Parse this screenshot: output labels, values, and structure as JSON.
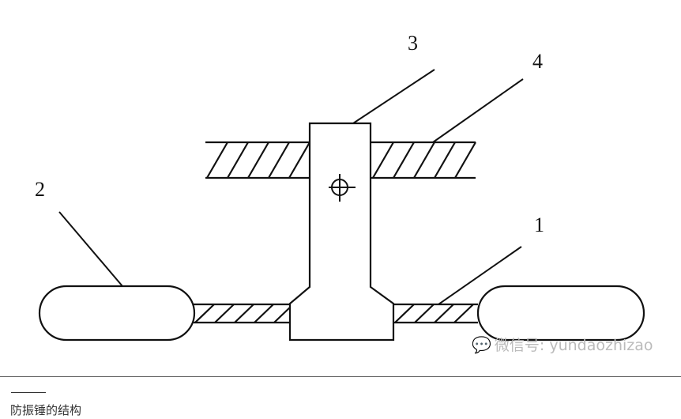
{
  "diagram": {
    "labels": {
      "clamp": "3",
      "conductor": "4",
      "weight": "2",
      "messenger_wire": "1"
    }
  },
  "watermark": {
    "text": "微信号: yundaozhizao",
    "icon": "wechat-icon"
  },
  "caption": "防振锤的结构"
}
